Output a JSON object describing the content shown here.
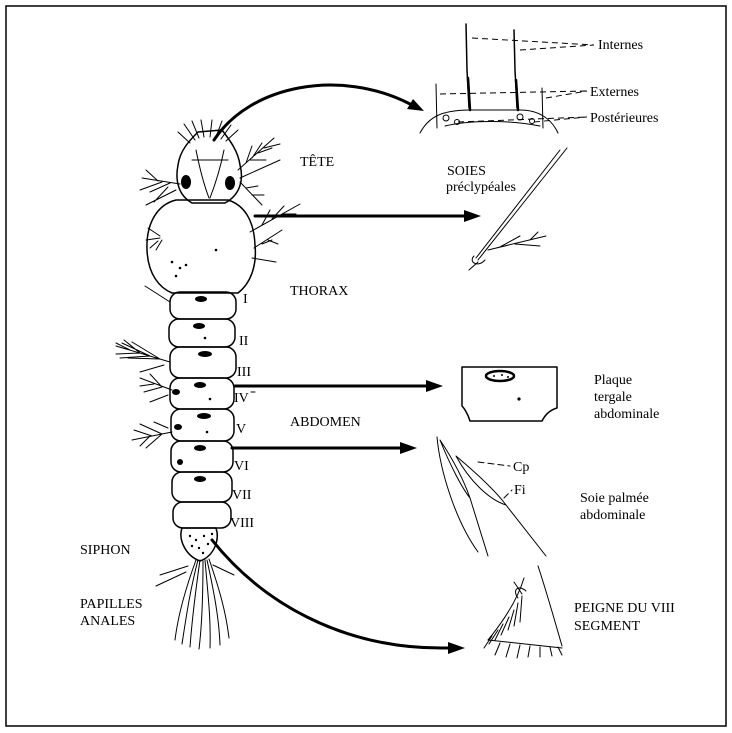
{
  "labels": {
    "internes": "Internes",
    "externes": "Externes",
    "posterieures": "Postérieures",
    "tete": "TÊTE",
    "soies": [
      "SOIES",
      "préclypéales"
    ],
    "thorax": "THORAX",
    "abdomen": "ABDOMEN",
    "plaque": [
      "Plaque",
      "tergale",
      "abdominale"
    ],
    "cp": "Cp",
    "fi": "Fi",
    "soie_palmee": [
      "Soie palmée",
      "abdominale"
    ],
    "siphon": "SIPHON",
    "papilles": [
      "PAPILLES",
      "ANALES"
    ],
    "peigne": [
      "PEIGNE DU VIII",
      "SEGMENT"
    ]
  },
  "segments": [
    "I",
    "II",
    "III",
    "IV",
    "V",
    "VI",
    "VII",
    "VIII"
  ],
  "colors": {
    "ink": "#000000",
    "paper": "#ffffff"
  }
}
